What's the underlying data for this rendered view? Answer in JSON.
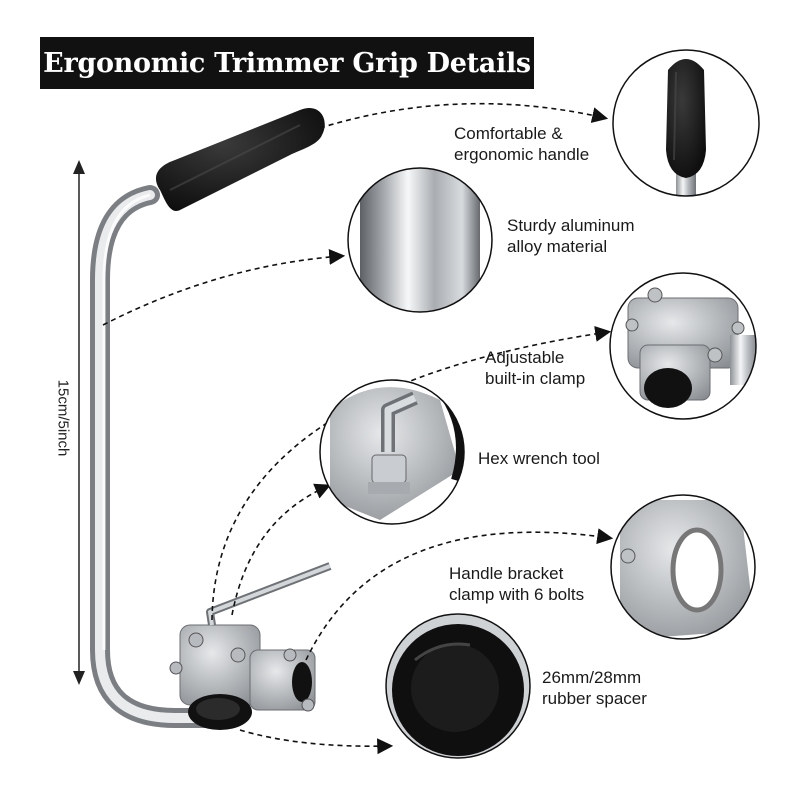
{
  "title": "Ergonomic Trimmer Grip Details",
  "dimension_label": "15cm/5inch",
  "callouts": [
    {
      "line1": "Comfortable &",
      "line2": "ergonomic handle"
    },
    {
      "line1": "Sturdy aluminum",
      "line2": "alloy material"
    },
    {
      "line1": "Adjustable",
      "line2": "built-in clamp"
    },
    {
      "line1": "Hex wrench tool",
      "line2": ""
    },
    {
      "line1": "Handle bracket",
      "line2": "clamp with 6 bolts"
    },
    {
      "line1": "26mm/28mm",
      "line2": "rubber spacer"
    }
  ],
  "colors": {
    "title_bg": "#111111",
    "title_text": "#ffffff",
    "grip": "#1c1c1c",
    "metal": "#c8cbcf"
  }
}
